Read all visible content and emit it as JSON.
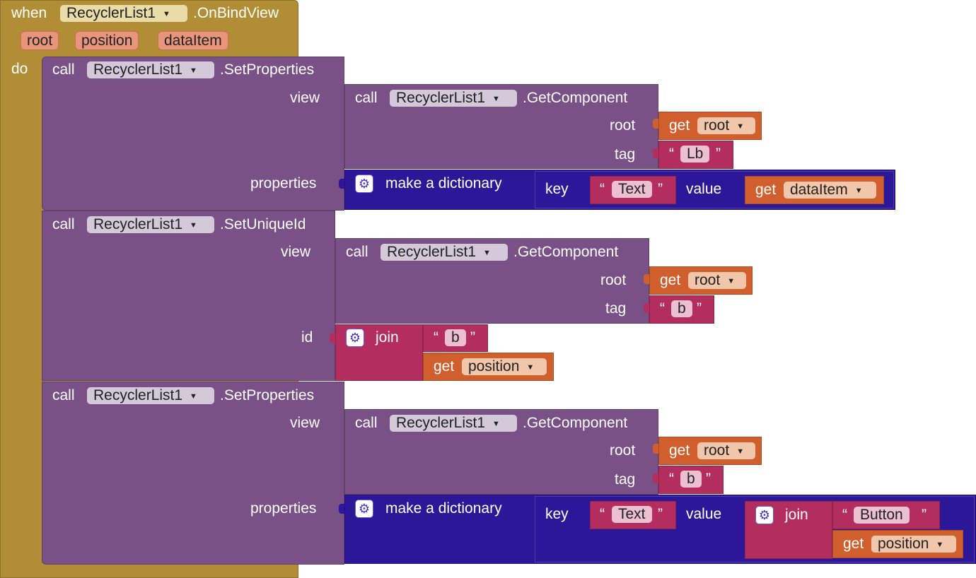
{
  "event": {
    "when": "when",
    "component": "RecyclerList1",
    "event_name": ".OnBindView",
    "do": "do",
    "params": [
      "root",
      "position",
      "dataItem"
    ]
  },
  "kw": {
    "call": "call",
    "get": "get",
    "key": "key",
    "value": "value",
    "join": "join",
    "make_dict": "make a dictionary",
    "open_quote": "“",
    "close_quote": "”"
  },
  "sockets": {
    "view": "view",
    "root": "root",
    "tag": "tag",
    "properties": "properties",
    "id": "id"
  },
  "methods": {
    "set_properties": ".SetProperties",
    "get_component": ".GetComponent",
    "set_unique_id": ".SetUniqueId"
  },
  "component": "RecyclerList1",
  "strings": {
    "lb": "Lb",
    "b": "b",
    "text": "Text",
    "button": "Button"
  },
  "vars": {
    "root": "root",
    "dataItem": "dataItem",
    "position": "position"
  },
  "icons": {
    "gear": "gear-icon",
    "dropdown": "dropdown-caret-icon"
  },
  "colors": {
    "event": "#b18e35",
    "procedure": "#7a5187",
    "getter": "#d05f2d",
    "text": "#b32d5e",
    "dictionary": "#2d1799"
  }
}
